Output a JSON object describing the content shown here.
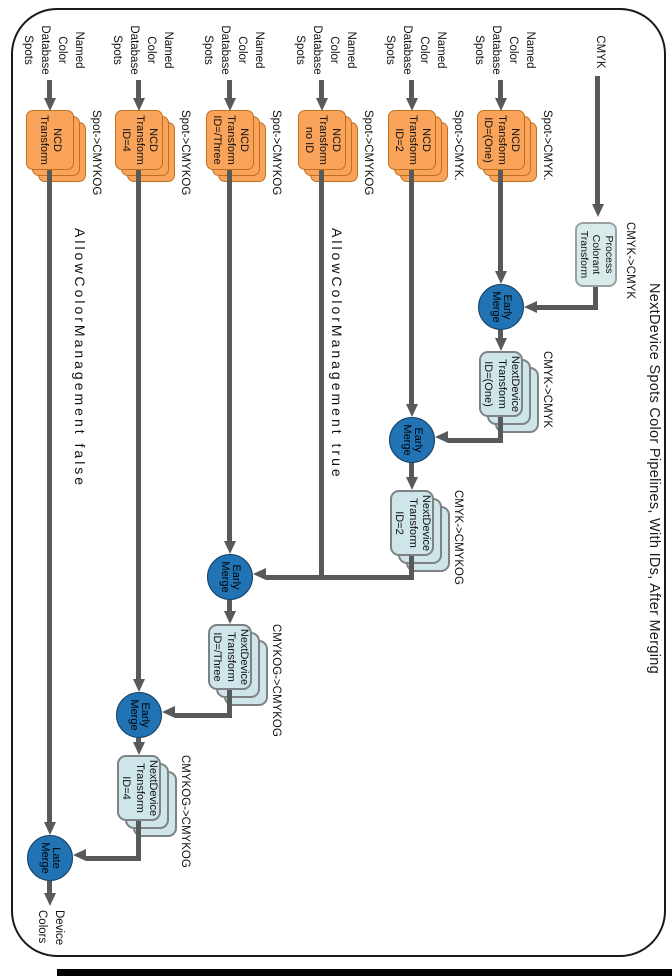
{
  "title": "NextDevice Spots Color Pipelines, With IDs, After Merging",
  "cmyk_source": {
    "label": "CMYK"
  },
  "process": {
    "line1": "Process",
    "line2": "Colorant",
    "line3": "Transform",
    "tag": "CMYK->CMYK"
  },
  "sources": [
    {
      "name_lines": [
        "Named",
        "Color",
        "Database",
        "Spots"
      ],
      "box_lines": [
        "NCD",
        "Transform",
        "ID=(One)"
      ],
      "tag": "Spot->CMYK."
    },
    {
      "name_lines": [
        "Named",
        "Color",
        "Database",
        "Spots"
      ],
      "box_lines": [
        "NCD",
        "Transform",
        "ID=2"
      ],
      "tag": "Spot->CMYK."
    },
    {
      "name_lines": [
        "Named",
        "Color",
        "Database",
        "Spots"
      ],
      "box_lines": [
        "NCD",
        "Transform",
        "no ID"
      ],
      "tag": "Spot->CMYKOG"
    },
    {
      "name_lines": [
        "Named",
        "Color",
        "Database",
        "Spots"
      ],
      "box_lines": [
        "NCD",
        "Transform",
        "ID=/Three"
      ],
      "tag": "Spot->CMYKOG"
    },
    {
      "name_lines": [
        "Named",
        "Color",
        "Database",
        "Spots"
      ],
      "box_lines": [
        "NCD",
        "Transform",
        "ID=4"
      ],
      "tag": "Spot->CMYKOG"
    },
    {
      "name_lines": [
        "Named",
        "Color",
        "Database",
        "Spots"
      ],
      "box_lines": [
        "NCD",
        "Transform",
        ""
      ],
      "tag": "Spot->CMYKOG"
    }
  ],
  "nextdevice": [
    {
      "box_lines": [
        "NextDevice",
        "Transform",
        "ID=(One)"
      ],
      "tag": "CMYK->CMYK"
    },
    {
      "box_lines": [
        "NextDevice",
        "Transform",
        "ID=2"
      ],
      "tag": "CMYK->CMYKOG"
    },
    {
      "box_lines": [
        "NextDevice",
        "Transform",
        "ID=/Three"
      ],
      "tag": "CMYKOG->CMYKOG"
    },
    {
      "box_lines": [
        "NextDevice",
        "Transform",
        "ID=4"
      ],
      "tag": "CMYKOG->CMYKOG"
    }
  ],
  "merge_early": {
    "line1": "Early",
    "line2": "Merge"
  },
  "merge_late": {
    "line1": "Late",
    "line2": "Merge"
  },
  "annotations": {
    "acm_false": "AllowColorManagement false",
    "acm_true": "AllowColorManagement true"
  },
  "output": {
    "line1": "Device",
    "line2": "Colors"
  },
  "colors": {
    "ncd_fill": "#F9A45A",
    "ncd_border": "#BE701F",
    "nextdevice_fill": "#CEE5E9",
    "nextdevice_border": "#7D8384",
    "process_fill": "#D9EAEA",
    "process_border": "#99A1A2",
    "merge_fill": "#2173B4",
    "merge_border": "#123F66",
    "connector": "#58595B",
    "frame": "#191919"
  }
}
